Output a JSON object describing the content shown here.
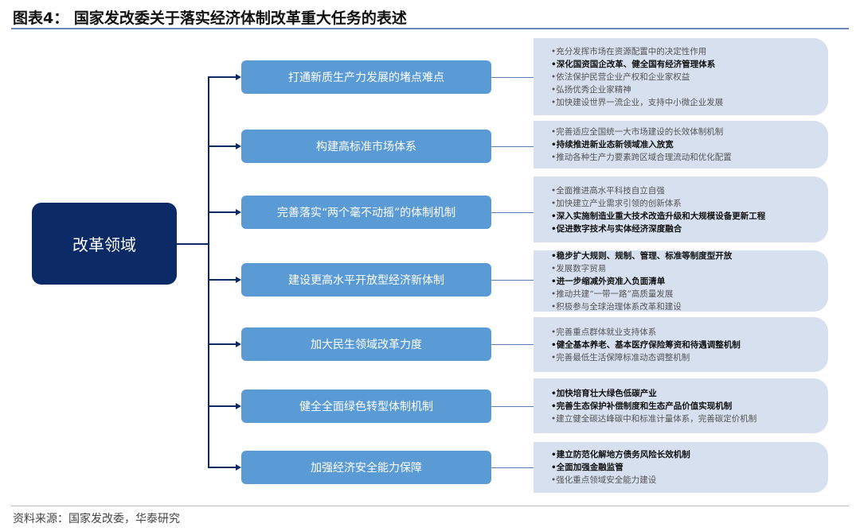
{
  "title": "图表4：  国家发改委关于落实经济体制改革重大任务的表述",
  "root": "改革领域",
  "branches": [
    {
      "label": "打通新质生产力发展的堵点难点",
      "items": [
        {
          "text": "•充分发挥市场在资源配置中的决定性作用",
          "bold": false
        },
        {
          "text": "•深化国资国企改革、健全国有经济管理体系",
          "bold": true
        },
        {
          "text": "•依法保护民营企业产权和企业家权益",
          "bold": false
        },
        {
          "text": "•弘扬优秀企业家精神",
          "bold": false
        },
        {
          "text": "•加快建设世界一流企业，支持中小微企业发展",
          "bold": false
        }
      ]
    },
    {
      "label": "构建高标准市场体系",
      "items": [
        {
          "text": "•完善适应全国统一大市场建设的长效体制机制",
          "bold": false
        },
        {
          "text": "•持续推进新业态新领域准入放宽",
          "bold": true
        },
        {
          "text": "•推动各种生产力要素跨区域合理流动和优化配置",
          "bold": false
        }
      ]
    },
    {
      "label": "完善落实“两个毫不动摇”的体制机制",
      "items": [
        {
          "text": "•全面推进高水平科技自立自强",
          "bold": false
        },
        {
          "text": "•加快建立产业需求引领的创新体系",
          "bold": false
        },
        {
          "text": "•深入实施制造业重大技术改造升级和大规模设备更新工程",
          "bold": true
        },
        {
          "text": "•促进数字技术与实体经济深度融合",
          "bold": true
        }
      ]
    },
    {
      "label": "建设更高水平开放型经济新体制",
      "items": [
        {
          "text": "•稳步扩大规则、规制、管理、标准等制度型开放",
          "bold": true
        },
        {
          "text": "•发展数字贸易",
          "bold": false
        },
        {
          "text": "•进一步缩减外资准入负面清单",
          "bold": true
        },
        {
          "text": "•推动共建“一带一路”高质量发展",
          "bold": false
        },
        {
          "text": "•积极参与全球治理体系改革和建设",
          "bold": false
        }
      ]
    },
    {
      "label": "加大民生领域改革力度",
      "items": [
        {
          "text": "•完善重点群体就业支持体系",
          "bold": false
        },
        {
          "text": "•健全基本养老、基本医疗保险筹资和待遇调整机制",
          "bold": true
        },
        {
          "text": "•完善最低生活保障标准动态调整机制",
          "bold": false
        }
      ]
    },
    {
      "label": "健全全面绿色转型体制机制",
      "items": [
        {
          "text": "•加快培育壮大绿色低碳产业",
          "bold": true
        },
        {
          "text": "•完善生态保护补偿制度和生态产品价值实现机制",
          "bold": true
        },
        {
          "text": "•建立健全碳达峰碳中和标准计量体系，完善碳定价机制",
          "bold": false
        }
      ]
    },
    {
      "label": "加强经济安全能力保障",
      "items": [
        {
          "text": "•建立防范化解地方债务风险长效机制",
          "bold": true
        },
        {
          "text": "•全面加强金融监管",
          "bold": true
        },
        {
          "text": "•强化重点领域安全能力建设",
          "bold": false
        }
      ]
    }
  ],
  "footer": "资料来源：国家发改委，华泰研究"
}
